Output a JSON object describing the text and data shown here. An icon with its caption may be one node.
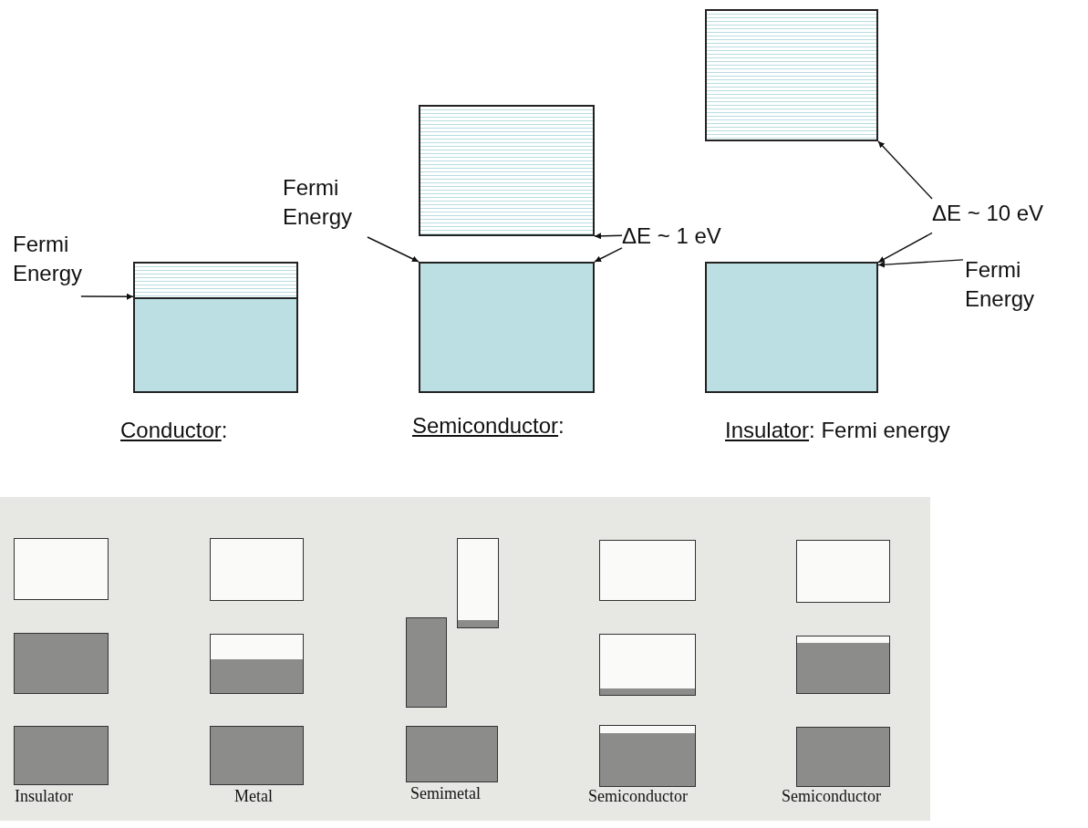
{
  "diagram": {
    "nodes": [
      {
        "text": [
          "Fermi Energy"
        ]
      },
      {
        "text": [],
        "shape": "box"
      },
      {
        "text": [
          "Fermi Energy"
        ]
      },
      {
        "text": [],
        "shape": "box"
      },
      {
        "text": [],
        "shape": "box"
      },
      {
        "text": [
          "ΔE ~ 1 eV"
        ]
      },
      {
        "text": [],
        "shape": "box"
      },
      {
        "text": [],
        "shape": "box"
      },
      {
        "text": [
          "ΔE ~ 10 eV"
        ]
      },
      {
        "text": [
          "Fermi Energy"
        ]
      },
      {
        "text": [],
        "shape": "box"
      },
      {
        "text": [],
        "shape": "box"
      },
      {
        "text": [],
        "shape": "box"
      },
      {
        "text": [],
        "shape": "box"
      },
      {
        "text": [],
        "shape": "box"
      },
      {
        "text": [],
        "shape": "box"
      },
      {
        "text": [],
        "shape": "box"
      },
      {
        "text": [],
        "shape": "box"
      },
      {
        "text": [],
        "shape": "box"
      },
      {
        "text": [],
        "shape": "box"
      },
      {
        "text": [],
        "shape": "box"
      },
      {
        "text": [],
        "shape": "box"
      },
      {
        "text": [],
        "shape": "box"
      },
      {
        "text": [],
        "shape": "box"
      },
      {
        "text": [],
        "shape": "box"
      }
    ],
    "edges": [
      {
        "from": 0,
        "to": 1,
        "arrow": "to"
      },
      {
        "from": 2,
        "to": 4,
        "arrow": "to"
      },
      {
        "from": 5,
        "to": 3,
        "arrow": "to"
      },
      {
        "from": 5,
        "to": 4,
        "arrow": "to"
      },
      {
        "from": 8,
        "to": 6,
        "arrow": "to"
      },
      {
        "from": 8,
        "to": 7,
        "arrow": "to"
      },
      {
        "from": 9,
        "to": 7,
        "arrow": "to"
      }
    ],
    "labels": [
      "Conductor:",
      "Semiconductor:",
      "Insulator: Fermi energy",
      "Insulator",
      "Metal",
      "Semimetal",
      "Semiconductor",
      "Semiconductor"
    ]
  }
}
